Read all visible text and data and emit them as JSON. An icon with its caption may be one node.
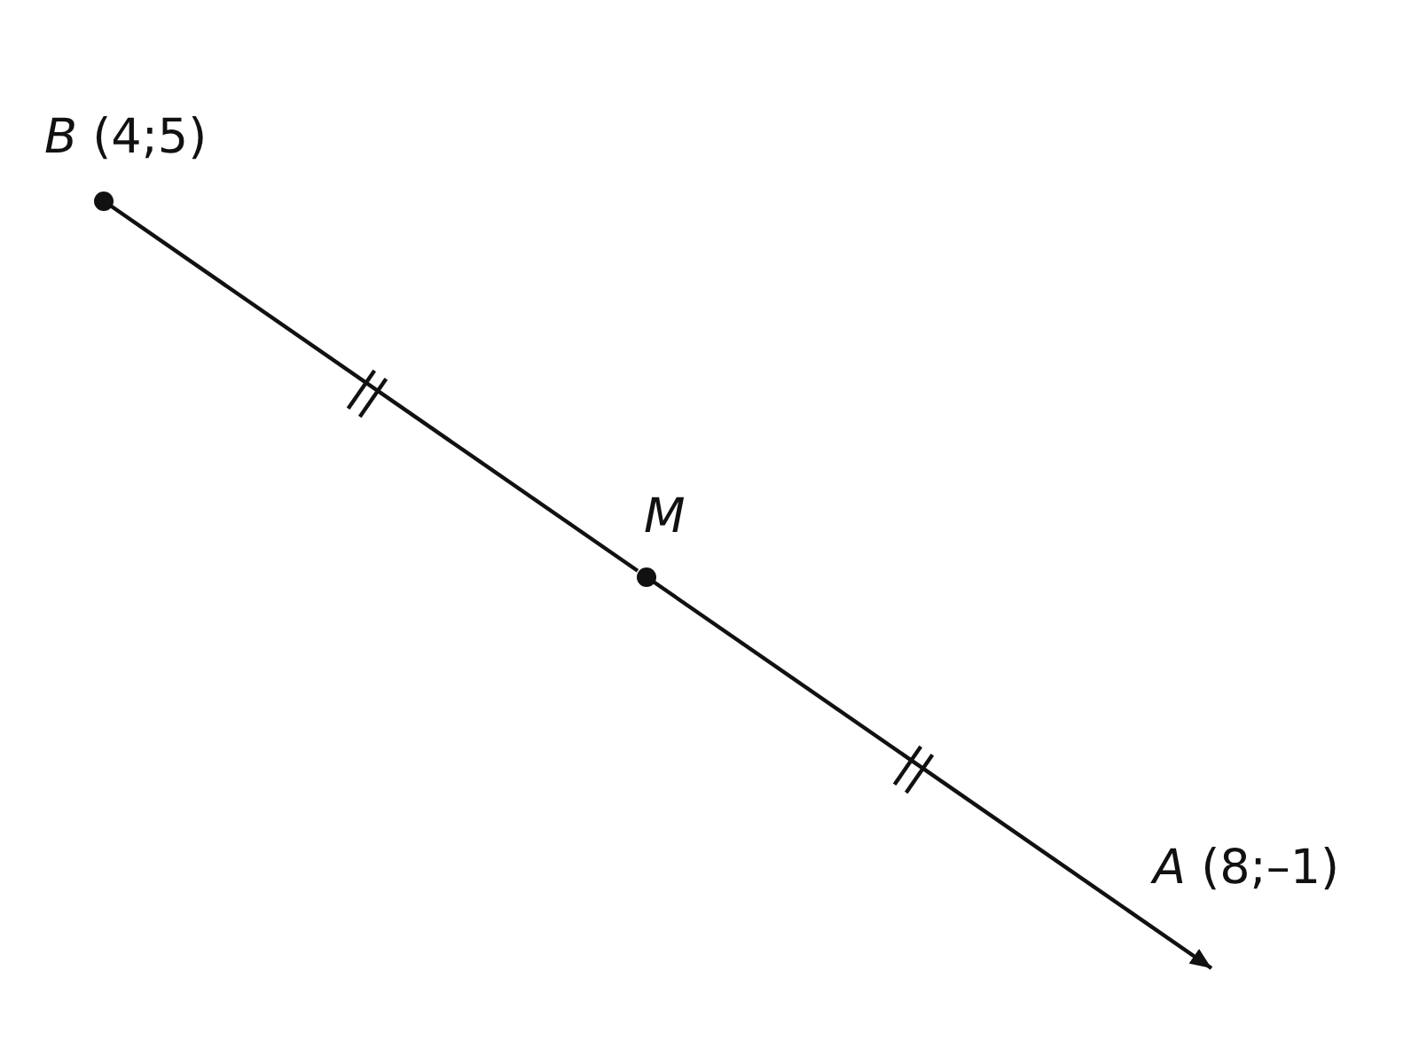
{
  "diagram": {
    "nodes": [
      {
        "text": [
          "*B* (4;5)"
        ]
      },
      {
        "text": [
          "M"
        ]
      },
      {
        "text": [
          "*A* (8;–1)"
        ]
      }
    ],
    "edges": [
      {
        "from": 0,
        "to": 1,
        "arrow": "none"
      },
      {
        "from": 1,
        "to": 2,
        "arrow": "to"
      }
    ]
  }
}
